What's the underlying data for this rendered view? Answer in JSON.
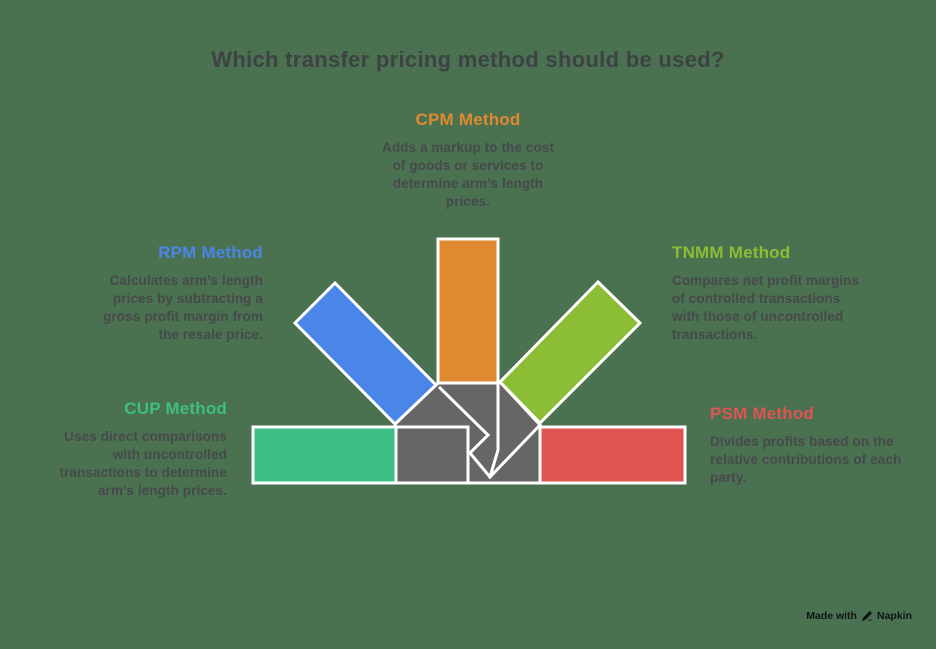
{
  "title": "Which transfer pricing method should be used?",
  "colors": {
    "background": "#4A7150",
    "title_text": "#3E4245",
    "body_text": "#47494B",
    "knot_gray": "#666666",
    "outline_white": "#FFFFFF",
    "cpm_orange": "#DF8A31",
    "rpm_blue": "#4A86E8",
    "tnmm_lime": "#8BBE35",
    "cup_teal": "#3DBF83",
    "psm_red": "#E05452"
  },
  "methods": [
    {
      "id": "cpm",
      "label": "CPM Method",
      "color": "#DF8A31",
      "description": "Adds a markup to the cost of goods or services to determine arm’s length prices."
    },
    {
      "id": "rpm",
      "label": "RPM Method",
      "color": "#4A86E8",
      "description": "Calculates arm’s length prices by subtracting a gross profit margin from the resale price."
    },
    {
      "id": "tnmm",
      "label": "TNMM Method",
      "color": "#8BBE35",
      "description": "Compares net profit margins of controlled transactions with those of uncontrolled transactions."
    },
    {
      "id": "cup",
      "label": "CUP Method",
      "color": "#3DBF83",
      "description": "Uses direct comparisons with uncontrolled transactions to determine arm’s length prices."
    },
    {
      "id": "psm",
      "label": "PSM Method",
      "color": "#E05452",
      "description": "Divides profits based on the relative contributions of each party."
    }
  ],
  "footer": {
    "made_with": "Made with",
    "brand": "Napkin",
    "icon": "pen-icon"
  }
}
